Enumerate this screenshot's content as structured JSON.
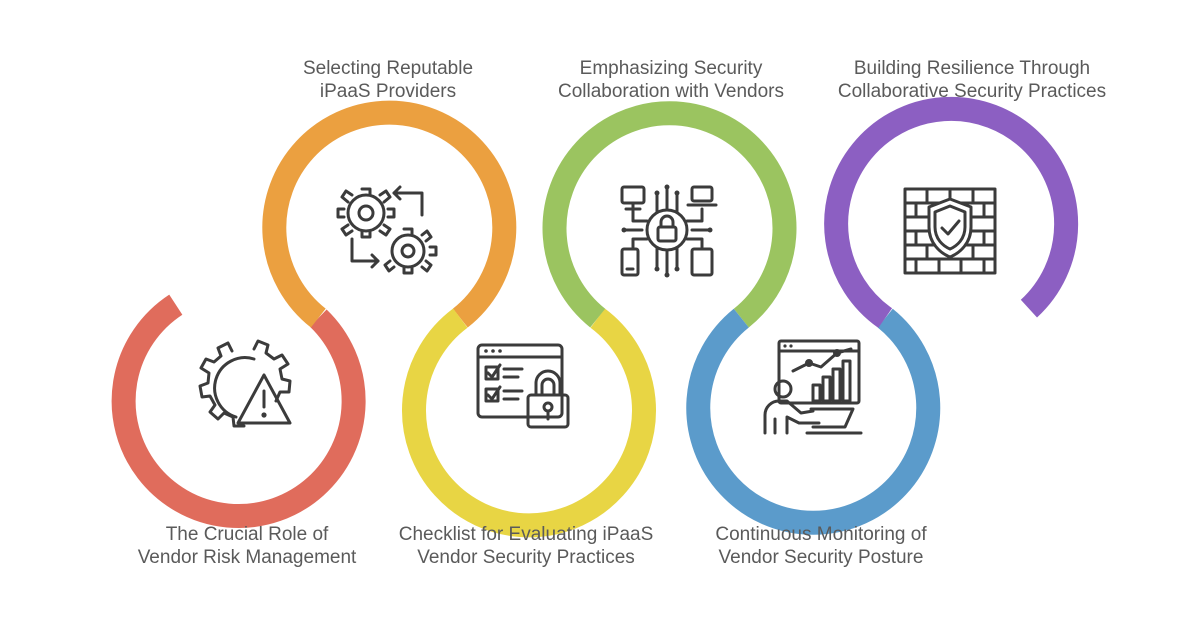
{
  "steps": [
    {
      "line1": "The Crucial Role of",
      "line2": "Vendor Risk Management",
      "color": "#E06C5C",
      "icon": "gear-warning-icon"
    },
    {
      "line1": "Selecting Reputable",
      "line2": "iPaaS Providers",
      "color": "#EBA040",
      "icon": "gears-process-icon"
    },
    {
      "line1": "Checklist for Evaluating iPaaS",
      "line2": "Vendor Security Practices",
      "color": "#E8D544",
      "icon": "checklist-lock-icon"
    },
    {
      "line1": "Emphasizing Security",
      "line2": "Collaboration with Vendors",
      "color": "#9BC460",
      "icon": "network-lock-icon"
    },
    {
      "line1": "Continuous Monitoring of",
      "line2": "Vendor Security Posture",
      "color": "#5B9BCB",
      "icon": "monitoring-analyst-icon"
    },
    {
      "line1": "Building Resilience Through",
      "line2": "Collaborative Security Practices",
      "color": "#8C5FC2",
      "icon": "firewall-shield-icon"
    }
  ]
}
